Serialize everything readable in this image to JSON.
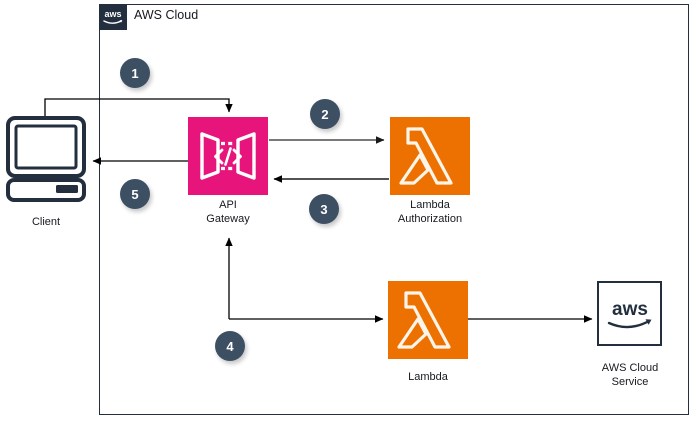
{
  "diagram": {
    "title": "AWS Cloud",
    "logo_icon": "aws-logo-icon"
  },
  "nodes": {
    "client": {
      "label": "Client",
      "icon": "desktop-computer-icon"
    },
    "api_gateway": {
      "label": "API\nGateway",
      "icon": "api-gateway-icon",
      "color": "#e7157b"
    },
    "lambda_authorization": {
      "label": "Lambda\nAuthorization",
      "icon": "lambda-icon",
      "color": "#ed7100"
    },
    "lambda": {
      "label": "Lambda",
      "icon": "lambda-icon",
      "color": "#ed7100"
    },
    "aws_cloud_service": {
      "label": "AWS Cloud\nService",
      "icon": "aws-logo-icon",
      "color": "#232f3e"
    }
  },
  "steps": [
    {
      "number": "1",
      "from": "client",
      "to": "api_gateway"
    },
    {
      "number": "2",
      "from": "api_gateway",
      "to": "lambda_authorization"
    },
    {
      "number": "3",
      "from": "lambda_authorization",
      "to": "api_gateway"
    },
    {
      "number": "4",
      "from": "api_gateway",
      "to": "lambda"
    },
    {
      "number": "5",
      "from": "api_gateway",
      "to": "client"
    }
  ],
  "colors": {
    "aws_navy": "#232f3e",
    "api_gateway_pink": "#e7157b",
    "lambda_orange": "#ed7100",
    "badge_slate": "#3d4f63",
    "connector": "#000000"
  }
}
